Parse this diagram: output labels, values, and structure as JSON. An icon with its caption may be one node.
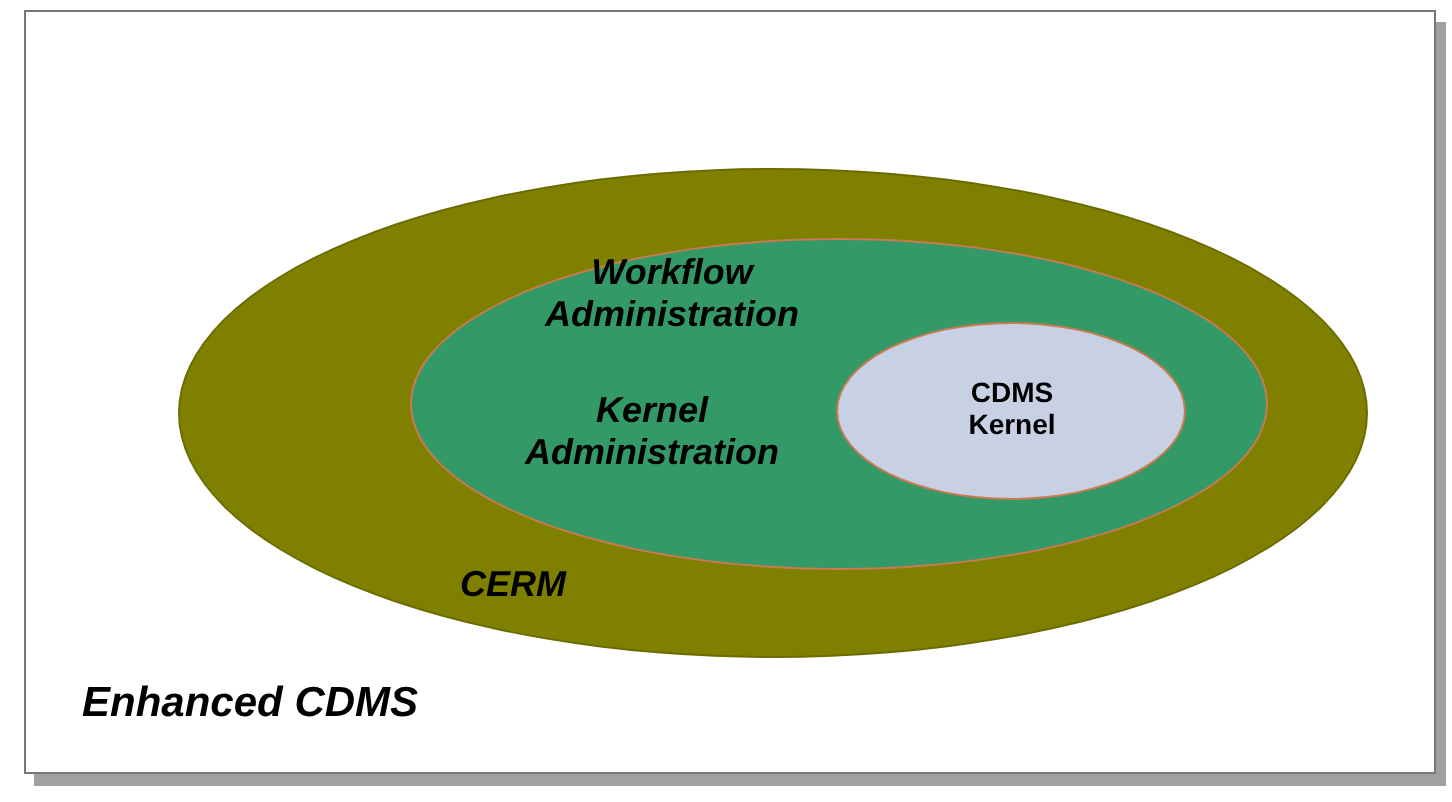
{
  "diagram": {
    "nodes": [
      {
        "text": [
          "Enhanced CDMS"
        ]
      },
      {
        "text": [
          "CERM"
        ],
        "in": 0
      },
      {
        "text": [
          "Workflow Administration",
          "Kernel Administration"
        ],
        "in": 1
      },
      {
        "text": [
          "CDMS Kernel"
        ],
        "in": 2
      }
    ]
  }
}
